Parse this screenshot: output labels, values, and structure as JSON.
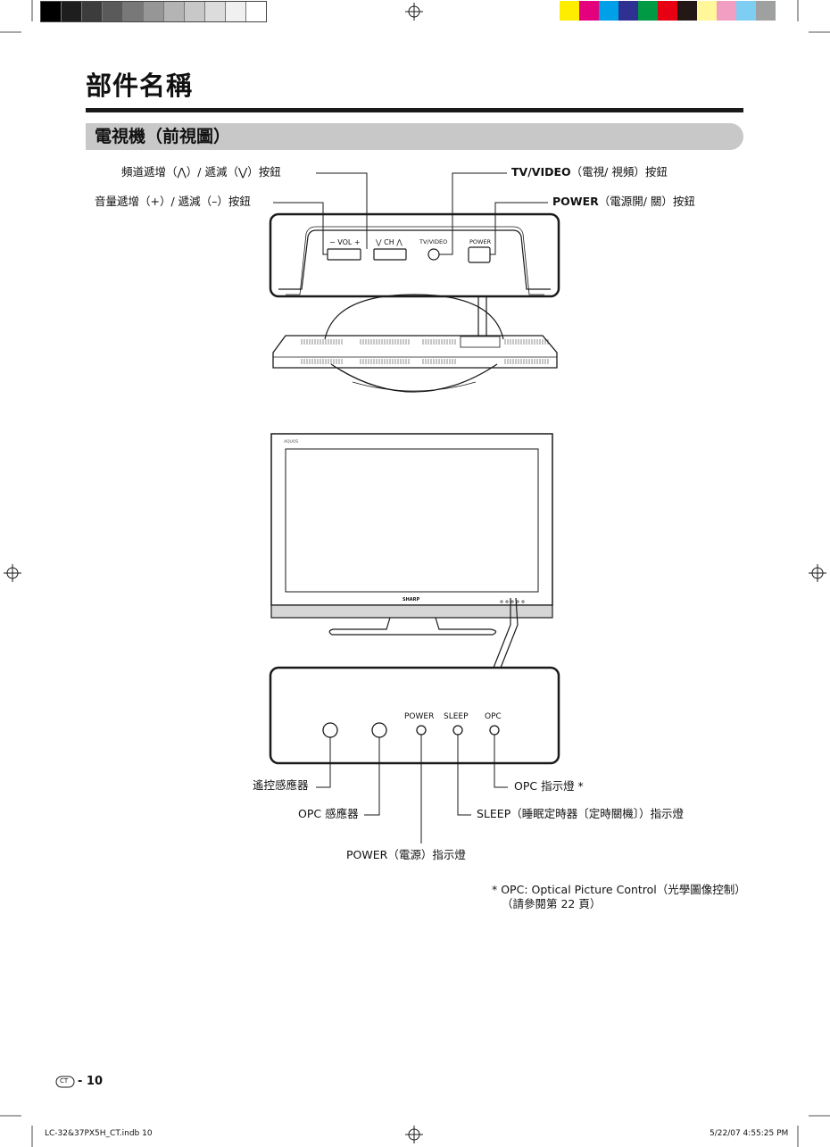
{
  "page": {
    "title": "部件名稱",
    "section": "電視機（前視圖）",
    "page_code": "CT",
    "page_number": "- 10"
  },
  "labels": {
    "ch_button": "頻道遞增（⋀）/ 遞減（⋁）按鈕",
    "vol_button": "音量遞增（+）/ 遞減（–）按鈕",
    "tvvideo_bold": "TV/VIDEO",
    "tvvideo_rest": "（電視/ 視頻）按鈕",
    "power_bold": "POWER",
    "power_rest": "（電源開/ 關）按鈕",
    "remote_sensor": "遙控感應器",
    "opc_sensor": "OPC 感應器",
    "power_indicator": "POWER（電源）指示燈",
    "opc_indicator": "OPC 指示燈 *",
    "sleep_indicator": "SLEEP（睡眠定時器〔定時關機〕）指示燈"
  },
  "panel_top": {
    "vol": "− VOL +",
    "ch": "⋁ CH ⋀",
    "tvvideo": "TV/VIDEO",
    "power": "POWER"
  },
  "panel_bottom": {
    "power": "POWER",
    "sleep": "SLEEP",
    "opc": "OPC"
  },
  "tv_front": {
    "brand": "SHARP",
    "model": "AQUOS"
  },
  "footnote": {
    "line1": "*  OPC:  Optical  Picture  Control（光學圖像控制）",
    "line2": "（請參閱第 22 頁）"
  },
  "footer": {
    "file": "LC-32&37PX5H_CT.indb   10",
    "timestamp": "5/22/07   4:55:25 PM"
  },
  "colors": {
    "gray_strip": [
      "#000000",
      "#1e1e1e",
      "#3c3c3c",
      "#5a5a5a",
      "#787878",
      "#969696",
      "#b4b4b4",
      "#c8c8c8",
      "#dcdcdc",
      "#f0f0f0",
      "#ffffff"
    ],
    "color_strip": [
      "#ffed00",
      "#e5007d",
      "#00a0e9",
      "#2e3192",
      "#009944",
      "#e60012",
      "#231815",
      "#fff799",
      "#f19ec2",
      "#7ecef4",
      "#9fa0a0"
    ]
  }
}
